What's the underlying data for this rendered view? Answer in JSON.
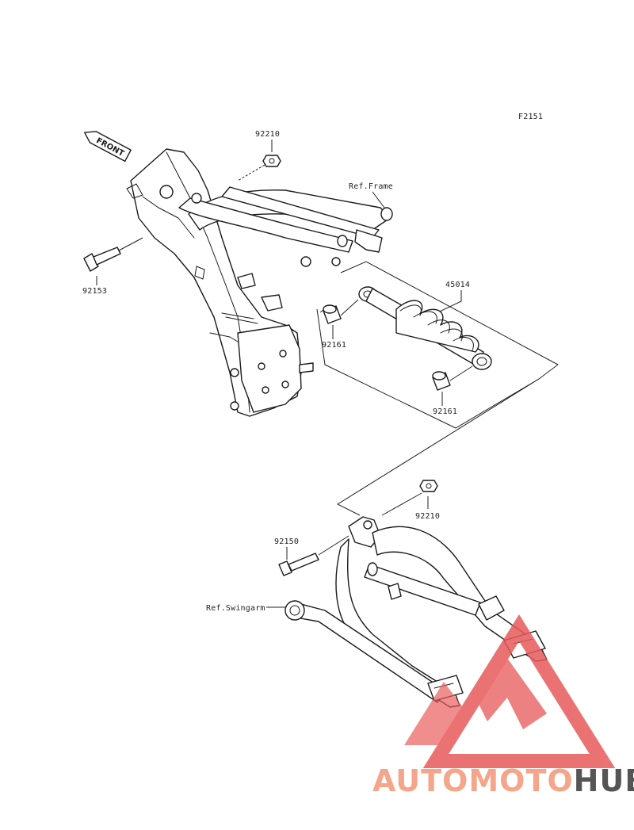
{
  "figure_code": "F2151",
  "front_label": "FRONT",
  "ref_frame": "Ref.Frame",
  "ref_swingarm": "Ref.Swingarm",
  "parts": {
    "nut_top": "92210",
    "bolt_frame": "92153",
    "shock_absorber": "45014",
    "bushing_upper": "92161",
    "bushing_lower": "92161",
    "nut_swingarm": "92210",
    "bolt_swingarm": "92150"
  },
  "watermark": {
    "part1": "AUTOMOTO",
    "part2": "HUB",
    "color1": "#f4a58a",
    "color2": "#555555",
    "logo_color": "#e85a5a"
  }
}
